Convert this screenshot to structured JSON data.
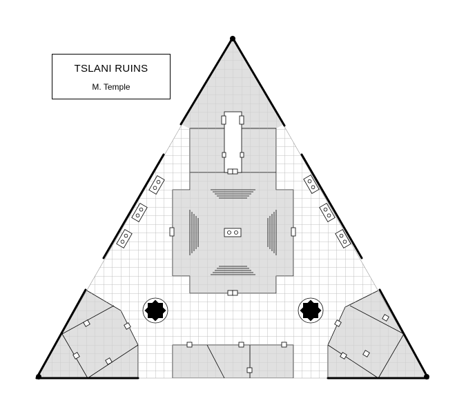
{
  "map": {
    "title": "TSLANI RUINS",
    "author": "M. Temple"
  },
  "colors": {
    "background": "#ffffff",
    "room_fill": "#e0e0e0",
    "grid_line": "#b8b8b8",
    "wall": "#000000"
  },
  "icons": {
    "pillar": "eight-point-star-pillar",
    "door": "small-square-door",
    "altar": "double-circle-altar",
    "stairs": "stair-lines"
  }
}
